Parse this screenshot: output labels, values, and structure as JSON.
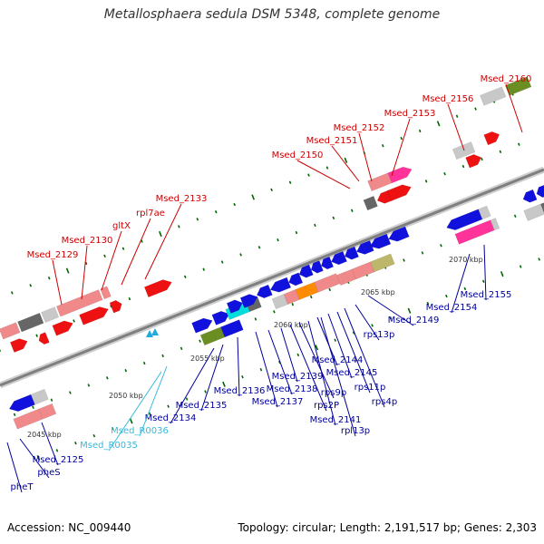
{
  "title": "Metallosphaera sedula DSM 5348, complete genome",
  "accession": "Accession: NC_009440",
  "topology": "Topology: circular; Length: 2,191,517 bp; Genes: 2,303",
  "colors": {
    "backbone": "#888888",
    "label_top": "#cc0000",
    "label_bottom": "#000099",
    "label_rna": "#33bbdd",
    "tick": "#006600"
  },
  "scale_labels": [
    "2045 kbp",
    "2050 kbp",
    "2055 kbp",
    "2060 kbp",
    "2065 kbp",
    "2070 kbp"
  ],
  "gene_labels_top": [
    "Msed_2129",
    "Msed_2130",
    "gltX",
    "rpl7ae",
    "Msed_2133",
    "Msed_2150",
    "Msed_2151",
    "Msed_2152",
    "Msed_2153",
    "Msed_2156",
    "Msed_2160"
  ],
  "gene_labels_bottom": [
    "pheT",
    "pheS",
    "Msed_2125",
    "Msed_2134",
    "Msed_2135",
    "Msed_2136",
    "Msed_2137",
    "Msed_2138",
    "Msed_2139",
    "rps2P",
    "rps9p",
    "Msed_2141",
    "Msed_2144",
    "Msed_2145",
    "rpl13p",
    "rps11p",
    "rps4p",
    "rps13p",
    "Msed_2149",
    "Msed_2154",
    "Msed_2155"
  ],
  "gene_labels_rna": [
    "Msed_R0035",
    "Msed_R0036"
  ]
}
